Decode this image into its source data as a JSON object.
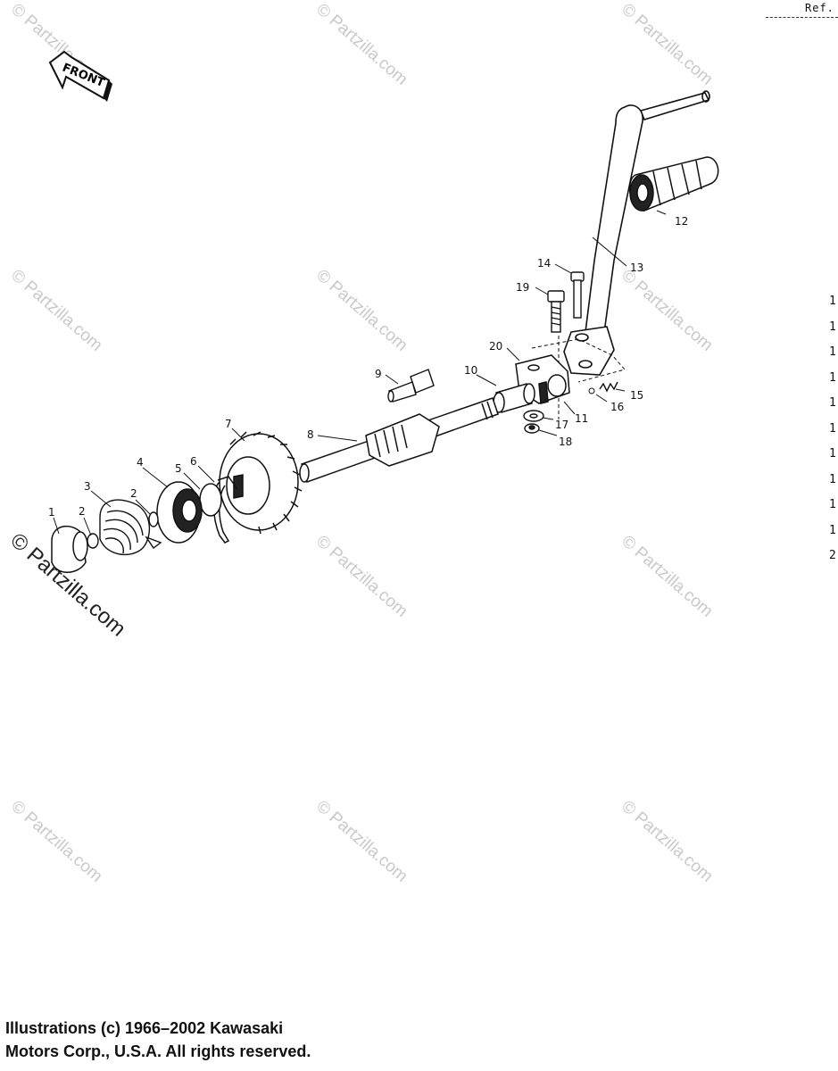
{
  "ref_label": "Ref.",
  "front_label": "FRONT",
  "watermark_text": "© Partzilla.com",
  "quantity_column": [
    "1",
    "1",
    "1",
    "1",
    "1",
    "1",
    "1",
    "1",
    "1",
    "1",
    "2"
  ],
  "callouts": [
    "1",
    "2",
    "3",
    "2",
    "4",
    "5",
    "6",
    "7",
    "8",
    "9",
    "10",
    "11",
    "12",
    "13",
    "14",
    "15",
    "16",
    "17",
    "18",
    "19",
    "20"
  ],
  "copyright": {
    "line1": "Illustrations (c) 1966–2002 Kawasaki",
    "line2": "Motors Corp., U.S.A.  All rights reserved."
  }
}
